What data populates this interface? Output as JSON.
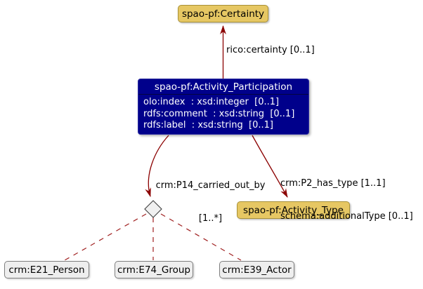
{
  "diagram": {
    "nodes": {
      "certainty": {
        "label": "spao-pf:Certainty"
      },
      "activity_participation": {
        "title": "spao-pf:Activity_Participation",
        "attributes": [
          "olo:index  : xsd:integer  [0..1]",
          "rdfs:comment  : xsd:string  [0..1]",
          "rdfs:label  : xsd:string  [0..1]"
        ]
      },
      "activity_type": {
        "label": "spao-pf:Activity_Type"
      },
      "person": {
        "label": "crm:E21_Person"
      },
      "group": {
        "label": "crm:E74_Group"
      },
      "actor": {
        "label": "crm:E39_Actor"
      }
    },
    "edges": {
      "certainty": {
        "label": "rico:certainty [0..1]"
      },
      "carried_out_by": {
        "property": "crm:P14_carried_out_by",
        "cardinality": "[1..*]"
      },
      "has_type": {
        "line1": "crm:P2_has_type [1..1]",
        "line2": "schema:additionalType [0..1]"
      }
    },
    "colors": {
      "class_fill": "#E6C763",
      "class_border": "#A89137",
      "object_fill": "#00008B",
      "object_border": "#2F2FA2",
      "object_text": "#FFFFFF",
      "external_fill": "#EEEEEE",
      "external_border": "#7F7F7F",
      "edge_solid": "#8B0000",
      "edge_dashed": "#A02020",
      "diamond_fill": "#F0F0F0",
      "diamond_border": "#404040",
      "label_text": "#000000",
      "background": "#FFFFFF"
    }
  }
}
